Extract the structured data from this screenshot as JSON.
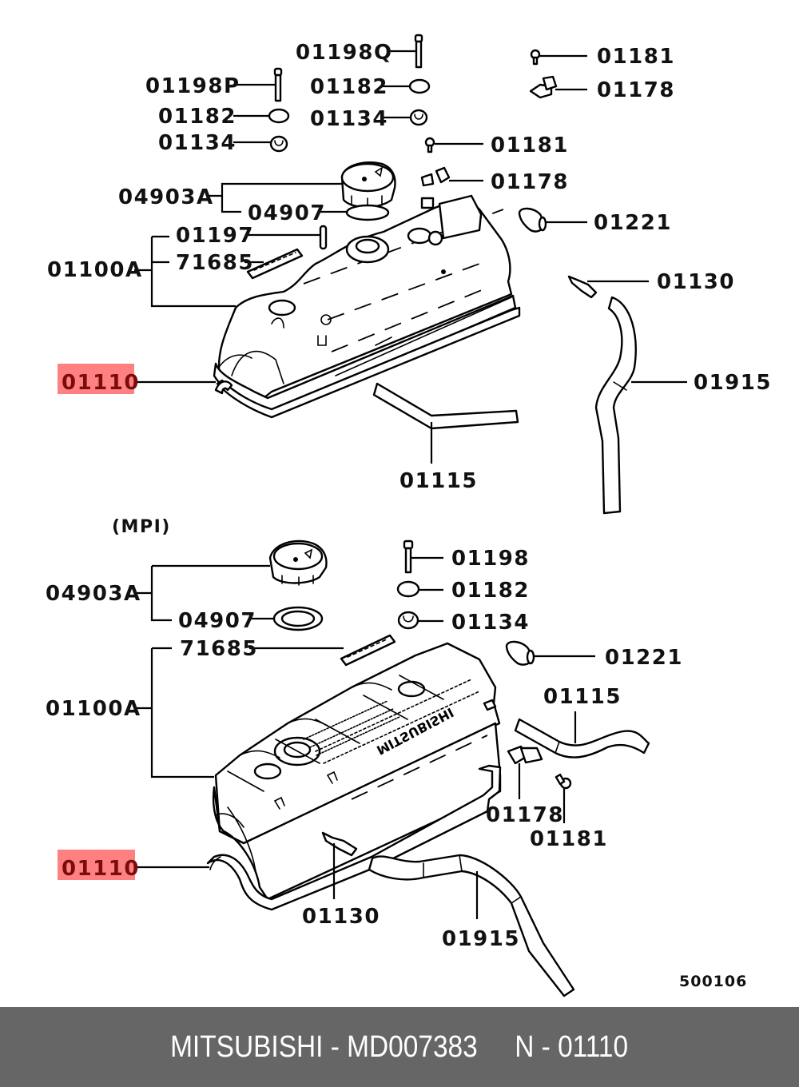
{
  "diagram": {
    "highlight_color": "#ff8080",
    "highlight_text_color": "#7a0c0c",
    "upper": {
      "labels": {
        "p01198Q": "01198Q",
        "p01198P": "01198P",
        "p01182_left": "01182",
        "p01182_mid": "01182",
        "p01134_left": "01134",
        "p01134_mid": "01134",
        "p01181_top": "01181",
        "p01178_top": "01178",
        "p01181_mid": "01181",
        "p01178_mid": "01178",
        "p04903A": "04903A",
        "p04907": "04907",
        "p01221": "01221",
        "p01197": "01197",
        "p71685": "71685",
        "p01100A": "01100A",
        "p01130": "01130",
        "p01110": "01110",
        "p01915": "01915",
        "p01115": "01115"
      }
    },
    "section_label": "(MPI)",
    "lower": {
      "labels": {
        "p04903A": "04903A",
        "p04907": "04907",
        "p01198": "01198",
        "p01182": "01182",
        "p01134": "01134",
        "p71685": "71685",
        "p01221": "01221",
        "p01100A": "01100A",
        "p01115": "01115",
        "p01178": "01178",
        "p01181": "01181",
        "p01110": "01110",
        "p01130": "01130",
        "p01915": "01915"
      }
    },
    "figure_number": "500106"
  },
  "footer": {
    "text": "MITSUBISHI - MD007383     N - 01110"
  }
}
